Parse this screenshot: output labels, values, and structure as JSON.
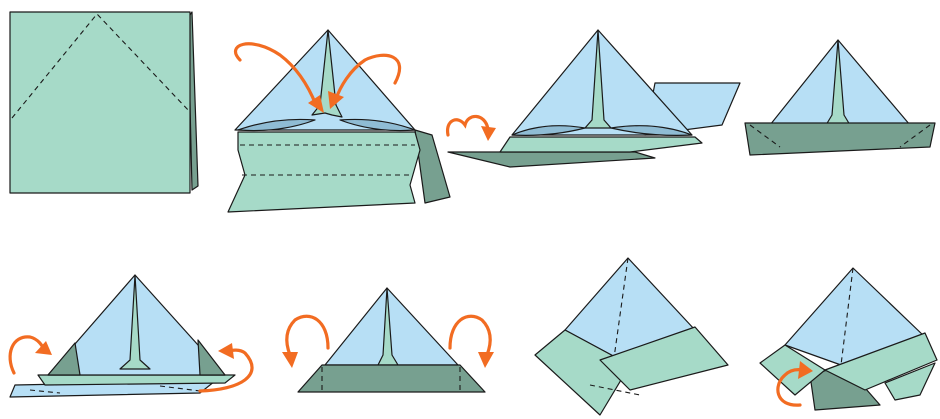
{
  "diagram": {
    "subject": "origami-paper-boat-folding-steps",
    "colors": {
      "paper_front": "#a6dac8",
      "paper_back": "#77a090",
      "paper_blue": "#b7dff5",
      "pocket": "#8fbcd4",
      "line": "#1a1a1a",
      "arrow": "#f26c22"
    },
    "steps": [
      {
        "row": 1,
        "index": 1,
        "icon": "folded-square-with-valley-guides"
      },
      {
        "row": 1,
        "index": 2,
        "icon": "triangle-with-inward-arrows"
      },
      {
        "row": 1,
        "index": 3,
        "icon": "open-boat-with-flip-arrow"
      },
      {
        "row": 1,
        "index": 4,
        "icon": "hat-with-folded-brim"
      },
      {
        "row": 2,
        "index": 5,
        "icon": "tuck-corners-arrows"
      },
      {
        "row": 2,
        "index": 6,
        "icon": "fold-up-sides-arrows"
      },
      {
        "row": 2,
        "index": 7,
        "icon": "diamond-open"
      },
      {
        "row": 2,
        "index": 8,
        "icon": "final-fold-arrow"
      }
    ]
  }
}
